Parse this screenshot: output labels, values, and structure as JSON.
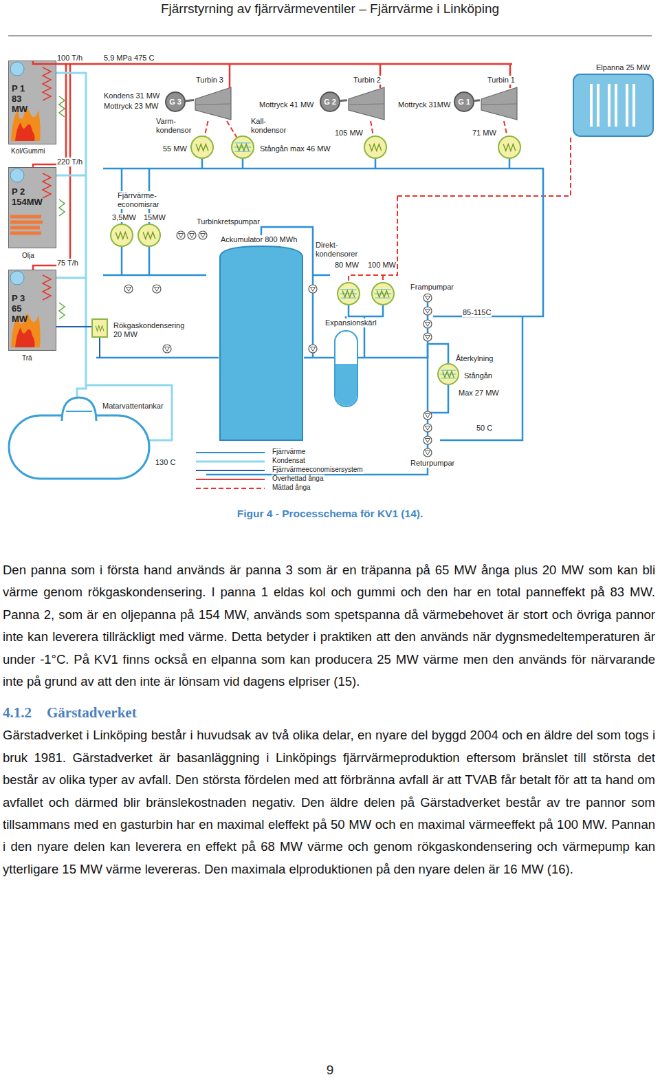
{
  "diagram": {
    "caption": "Figur 4 - Processchema för KV1 (14).",
    "nodes": [
      {
        "text": [
          "P 1 83 MW",
          "Kol/Gummi"
        ]
      },
      {
        "text": [
          "G 3"
        ]
      },
      {
        "text": [
          "Turbin 3"
        ]
      },
      {
        "text": [
          "G 2"
        ]
      },
      {
        "text": [
          "Turbin 2"
        ]
      },
      {
        "text": [
          "G 1"
        ]
      },
      {
        "text": [
          "Turbin 1"
        ]
      },
      {
        "text": [
          "Elpanna 25 MW"
        ]
      },
      {
        "text": [
          "Varm- kondensor",
          "55 MW"
        ]
      },
      {
        "text": [
          "Kall- kondensor",
          "Stångån max 46 MW"
        ]
      },
      {
        "text": [
          "105 MW"
        ]
      },
      {
        "text": [
          "71 MW"
        ]
      },
      {
        "text": [
          "P 2 154MW",
          "Olja"
        ]
      },
      {
        "text": [
          "3,5MW"
        ]
      },
      {
        "text": [
          "15MW"
        ]
      },
      {
        "text": [
          "Ackumulator 800 MWh"
        ]
      },
      {
        "text": [
          "80 MW"
        ]
      },
      {
        "text": [
          "100 MW"
        ]
      },
      {
        "text": [
          "P 3 65 MW",
          "Trä"
        ]
      },
      {
        "text": [
          "Rökgaskondensering 20 MW"
        ]
      },
      {
        "text": [
          "Expansionskärl"
        ]
      },
      {
        "text": [
          "Återkylning",
          "Stångån",
          "Max 27 MW"
        ]
      },
      {
        "text": [
          "Matarvattentankar"
        ]
      }
    ],
    "edges": [
      {
        "from": 1,
        "to": 2,
        "arrow": "none"
      },
      {
        "from": 3,
        "to": 4,
        "arrow": "none"
      },
      {
        "from": 5,
        "to": 6,
        "arrow": "none"
      },
      {
        "from": 2,
        "to": 8,
        "arrow": "none"
      },
      {
        "from": 2,
        "to": 9,
        "arrow": "none"
      },
      {
        "from": 4,
        "to": 10,
        "arrow": "none"
      },
      {
        "from": 6,
        "to": 11,
        "arrow": "none"
      }
    ],
    "labels": [
      "Fjärrstyrning av fjärrvärmeventiler – Fjärrvärme i Linköping",
      "100 T/h",
      "5,9 MPa 475 C",
      "Kondens 31 MW",
      "Mottryck 23 MW",
      "Mottryck 41 MW",
      "Mottryck 31MW",
      "220 T/h",
      "Fjärrvärme- economisrar",
      "Turbinkretspumpar",
      "75 T/h",
      "Direkt- kondensorer",
      "Frampumpar",
      "85-115C",
      "50 C",
      "Returpumpar",
      "130 C",
      "Den panna som i första hand används är panna 3 som är en träpanna på 65 MW ånga plus 20 MW som kan bli värme genom rökgaskondensering. I panna 1 eldas kol och gummi och den har en total panneffekt på 83 MW. Panna 2, som är en oljepanna på 154 MW, används som spetspanna då värmebehovet är stort och övriga pannor inte kan leverera tillräckligt med värme. Detta betyder i praktiken att den används när dygnsmedeltemperaturen är under -1°C. På KV1 finns också en elpanna som kan producera 25 MW värme men den används för närvarande inte på grund av att den inte är lönsam vid dagens elpriser (15).",
      "4.1.2",
      "Gärstadverket",
      "Gärstadverket i Linköping består i huvudsak av två olika delar, en nyare del byggd 2004 och en äldre del som togs i bruk 1981. Gärstadverket är basanläggning i Linköpings fjärrvärmeproduktion eftersom bränslet till största det består av olika typer av avfall. Den största fördelen med att förbränna avfall är att TVAB får betalt för att ta hand om avfallet och därmed blir bränslekostnaden negativ. Den äldre delen på Gärstadverket består av tre pannor som tillsammans med en gasturbin har en maximal eleffekt på 50 MW och en maximal värmeeffekt på 100 MW. Pannan i den nyare delen kan leverera en effekt på 68 MW värme och genom rökgaskondensering och värmepump kan ytterligare 15 MW värme levereras. Den maximala elproduktionen på den nyare delen är 16 MW (16).",
      "9"
    ],
    "legend": [
      {
        "text": "Fjärrvärme"
      },
      {
        "text": "Kondensat"
      },
      {
        "text": "Fjärrvärmeeconomisersystem"
      },
      {
        "text": "Överhettad ånga"
      },
      {
        "text": "Mättad ånga"
      }
    ]
  }
}
